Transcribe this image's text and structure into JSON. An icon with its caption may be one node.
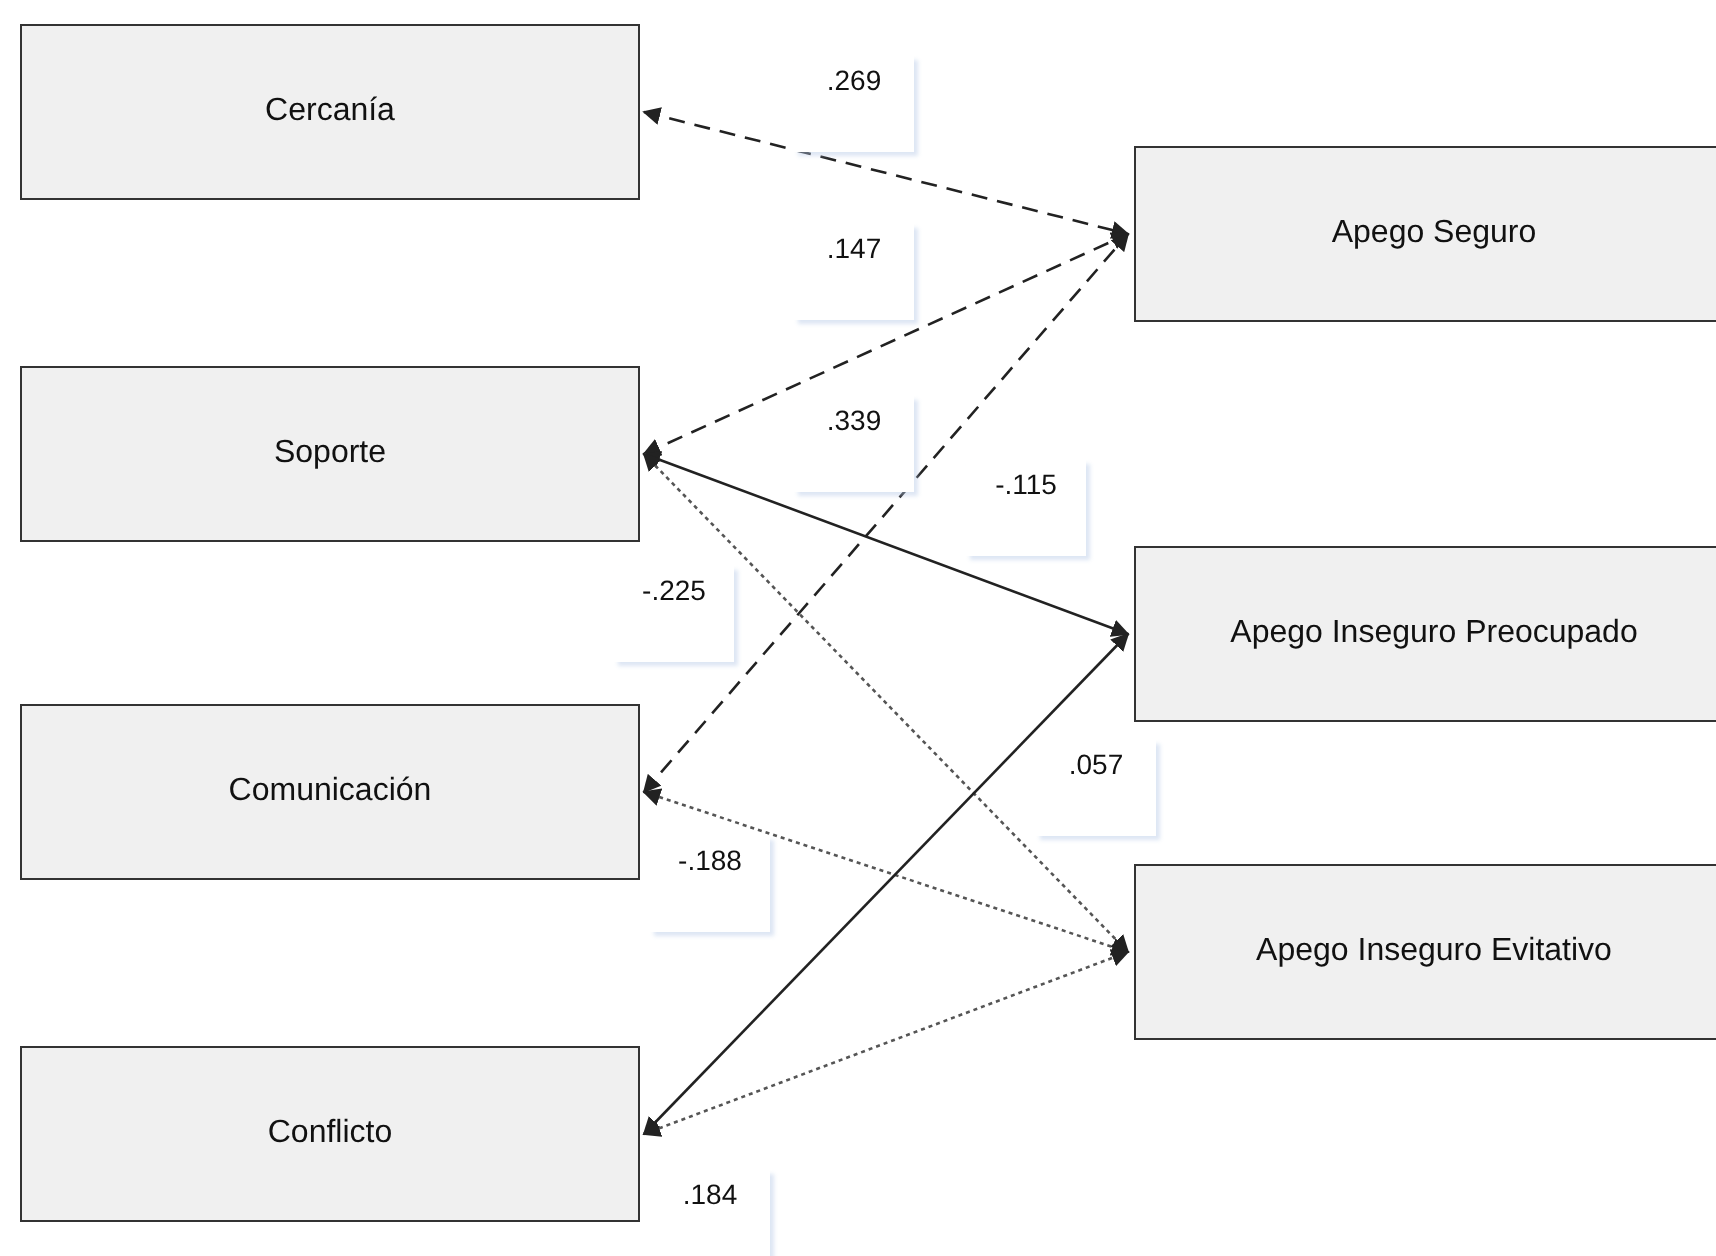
{
  "diagram": {
    "nodes": [
      {
        "text": [
          "Cercanía"
        ]
      },
      {
        "text": [
          "Soporte"
        ]
      },
      {
        "text": [
          "Comunicación"
        ]
      },
      {
        "text": [
          "Conflicto"
        ]
      },
      {
        "text": [
          "Apego Seguro"
        ]
      },
      {
        "text": [
          "Apego Inseguro Preocupado"
        ]
      },
      {
        "text": [
          "Apego Inseguro Evitativo"
        ]
      }
    ],
    "edges": [
      {
        "from": 0,
        "to": 4,
        "arrow": "both",
        "style": "dashed",
        "label": ".269"
      },
      {
        "from": 1,
        "to": 4,
        "arrow": "both",
        "style": "dashed",
        "label": ".147"
      },
      {
        "from": 2,
        "to": 4,
        "arrow": "both",
        "style": "dashed",
        "label": ".339"
      },
      {
        "from": 1,
        "to": 5,
        "arrow": "both",
        "label": "-.115"
      },
      {
        "from": 1,
        "to": 6,
        "arrow": "both",
        "style": "dashed",
        "color": "#555555",
        "label": "-.225"
      },
      {
        "from": 2,
        "to": 6,
        "arrow": "both",
        "style": "dashed",
        "color": "#555555",
        "label": "-.188"
      },
      {
        "from": 3,
        "to": 5,
        "arrow": "both",
        "label": ".057"
      },
      {
        "from": 3,
        "to": 6,
        "arrow": "both",
        "style": "dashed",
        "color": "#555555",
        "label": ".184"
      }
    ]
  }
}
